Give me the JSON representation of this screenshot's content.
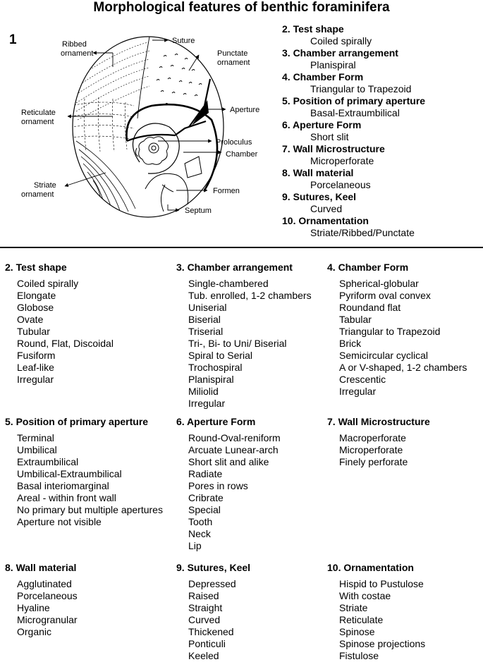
{
  "title": "Morphological features of benthic foraminifera",
  "panel_number": "1",
  "figure_labels": {
    "ribbed": [
      "Ribbed",
      "ornament"
    ],
    "suture": "Suture",
    "punctate": [
      "Punctate",
      "ornament"
    ],
    "aperture": "Aperture",
    "reticulate": [
      "Reticulate",
      "ornament"
    ],
    "proloculus": "Proloculus",
    "chamber": "Chamber",
    "striate": [
      "Striate",
      "ornament"
    ],
    "formen": "Formen",
    "septum": "Septum"
  },
  "summary": [
    {
      "heading": "2. Test shape",
      "value": "Coiled spirally"
    },
    {
      "heading": "3. Chamber arrangement",
      "value": "Planispiral"
    },
    {
      "heading": "4. Chamber Form",
      "value": "Triangular to Trapezoid"
    },
    {
      "heading": "5. Position of primary aperture",
      "value": "Basal-Extraumbilical"
    },
    {
      "heading": "6. Aperture Form",
      "value": "Short slit"
    },
    {
      "heading": "7. Wall Microstructure",
      "value": "Microperforate"
    },
    {
      "heading": "8. Wall material",
      "value": "Porcelaneous"
    },
    {
      "heading": "9. Sutures, Keel",
      "value": "Curved"
    },
    {
      "heading": "10. Ornamentation",
      "value": "Striate/Ribbed/Punctate"
    }
  ],
  "categories": {
    "test_shape": {
      "heading": "2. Test shape",
      "items": [
        "Coiled spirally",
        "Elongate",
        "Globose",
        "Ovate",
        "Tubular",
        "Round, Flat, Discoidal",
        "Fusiform",
        "Leaf-like",
        "Irregular"
      ]
    },
    "chamber_arrangement": {
      "heading": "3. Chamber arrangement",
      "items": [
        "Single-chambered",
        "Tub. enrolled, 1-2 chambers",
        "Uniserial",
        "Biserial",
        "Triserial",
        "Tri-, Bi- to Uni/ Biserial",
        "Spiral to Serial",
        "Trochospiral",
        "Planispiral",
        "Miliolid",
        "Irregular"
      ]
    },
    "chamber_form": {
      "heading": "4. Chamber Form",
      "items": [
        "Spherical-globular",
        "Pyriform oval convex",
        "Roundand flat",
        "Tabular",
        "Triangular to Trapezoid",
        "Brick",
        "Semicircular cyclical",
        "A or V-shaped, 1-2 chambers",
        "Crescentic",
        "Irregular"
      ]
    },
    "aperture_position": {
      "heading": "5. Position of primary aperture",
      "items": [
        "Terminal",
        "Umbilical",
        "Extraumbilical",
        "Umbilical-Extraumbilical",
        "Basal interiomarginal",
        "Areal - within front wall",
        "No primary but multiple apertures",
        "Aperture not visible"
      ]
    },
    "aperture_form": {
      "heading": "6. Aperture Form",
      "items": [
        "Round-Oval-reniform",
        "Arcuate Lunear-arch",
        "Short slit and alike",
        "Radiate",
        "Pores in rows",
        "Cribrate",
        "Special",
        "Tooth",
        "Neck",
        "Lip"
      ]
    },
    "wall_microstructure": {
      "heading": "7. Wall Microstructure",
      "items": [
        "Macroperforate",
        "Microperforate",
        "Finely perforate"
      ]
    },
    "wall_material": {
      "heading": "8. Wall material",
      "items": [
        "Agglutinated",
        "Porcelaneous",
        "Hyaline",
        "Microgranular",
        "Organic"
      ]
    },
    "sutures_keel": {
      "heading": "9. Sutures, Keel",
      "items": [
        "Depressed",
        "Raised",
        "Straight",
        "Curved",
        "Thickened",
        "Ponticuli",
        "Keeled"
      ]
    },
    "ornamentation": {
      "heading": "10. Ornamentation",
      "items": [
        "Hispid to Pustulose",
        "With costae",
        "Striate",
        "Reticulate",
        "Spinose",
        "Spinose projections",
        "Fistulose"
      ]
    }
  }
}
